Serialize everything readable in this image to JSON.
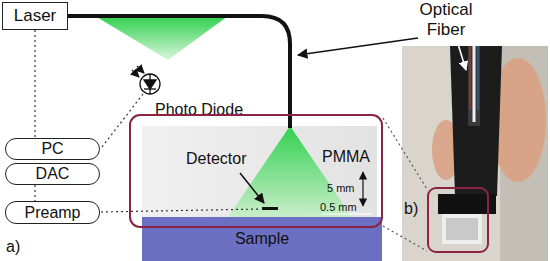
{
  "diagram": {
    "nodes": [
      {
        "text": [
          "Laser"
        ]
      },
      {
        "text": [
          "PC"
        ]
      },
      {
        "text": [
          "DAC"
        ]
      },
      {
        "text": [
          "Preamp"
        ]
      },
      {
        "text": [
          "PMMA"
        ]
      },
      {
        "text": [
          "Sample"
        ]
      }
    ],
    "edges": [
      {
        "from": 0,
        "to": 1,
        "arrow": "none"
      },
      {
        "from": 2,
        "to": 3,
        "arrow": "none"
      }
    ],
    "labels": [
      "Photo Diode",
      "Optical Fiber",
      "Detector",
      "5 mm",
      "0.5 mm",
      "a)",
      "b)"
    ]
  }
}
